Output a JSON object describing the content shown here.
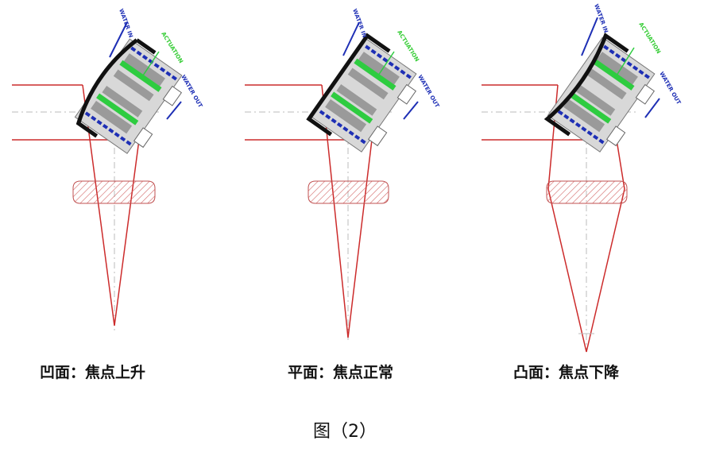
{
  "panels": [
    {
      "mirror_shape": "concave",
      "label": "凹面：焦点上升",
      "text_water_in": "WATER IN",
      "text_actuation": "ACTUATION",
      "text_water_out": "WATER OUT"
    },
    {
      "mirror_shape": "flat",
      "label": "平面：焦点正常",
      "text_water_in": "WATER IN",
      "text_actuation": "ACTUATION",
      "text_water_out": "WATER OUT"
    },
    {
      "mirror_shape": "convex",
      "label": "凸面：焦点下降",
      "text_water_in": "WATER IN",
      "text_actuation": "ACTUATION",
      "text_water_out": "WATER OUT"
    }
  ],
  "caption": "图（2）",
  "colors": {
    "beam": "#cc2b2b",
    "mirror_frame": "#111111",
    "water_channel": "#1e2fb5",
    "actuation": "#2ecc40",
    "actuation_text": "#33cc33",
    "housing": "#999999",
    "centerline": "#bbbbbb",
    "lens_hatch": "#d06060"
  }
}
